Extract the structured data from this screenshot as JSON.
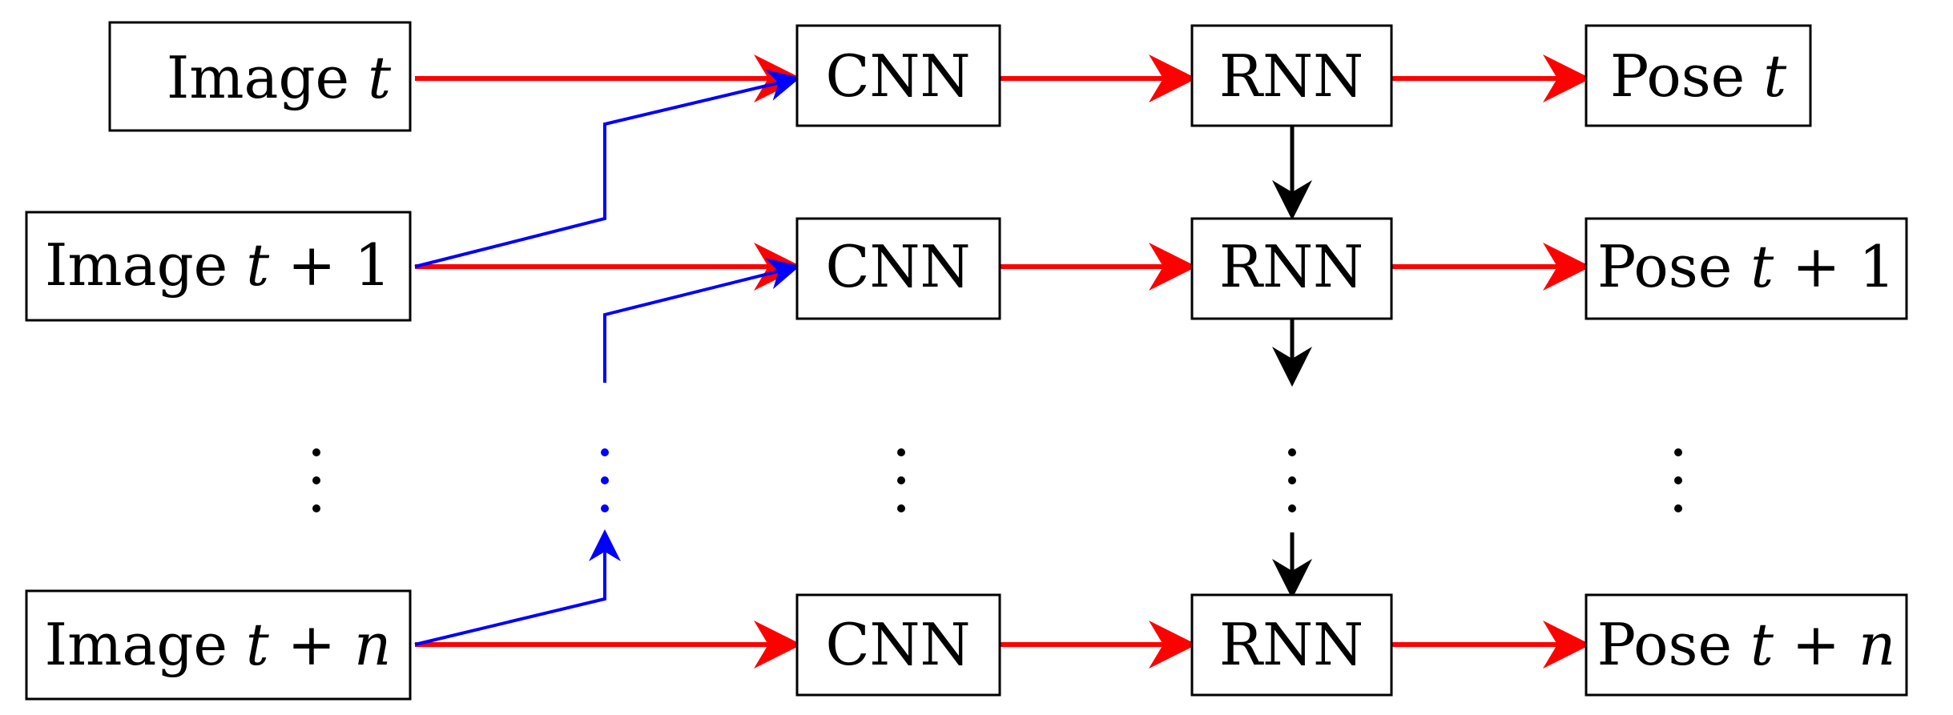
{
  "rows": [
    {
      "image": {
        "prefix": "Image",
        "var": "t",
        "op": "",
        "idx": ""
      },
      "cnn": "CNN",
      "rnn": "RNN",
      "pose": {
        "prefix": "Pose",
        "var": "t",
        "op": "",
        "idx": ""
      }
    },
    {
      "image": {
        "prefix": "Image",
        "var": "t",
        "op": "+",
        "idx": "1"
      },
      "cnn": "CNN",
      "rnn": "RNN",
      "pose": {
        "prefix": "Pose",
        "var": "t",
        "op": "+",
        "idx": "1"
      }
    },
    {
      "image": {
        "prefix": "Image",
        "var": "t",
        "op": "+",
        "idx": "n",
        "idx_italic": true
      },
      "cnn": "CNN",
      "rnn": "RNN",
      "pose": {
        "prefix": "Pose",
        "var": "t",
        "op": "+",
        "idx": "n",
        "idx_italic": true
      }
    }
  ],
  "colors": {
    "forward_arrow": "#ff0000",
    "skip_arrow": "#0000ff",
    "recurrent_arrow": "#000000",
    "box_border": "#000000"
  },
  "ellipsis_columns": [
    "image",
    "skip",
    "cnn",
    "rnn",
    "pose"
  ]
}
